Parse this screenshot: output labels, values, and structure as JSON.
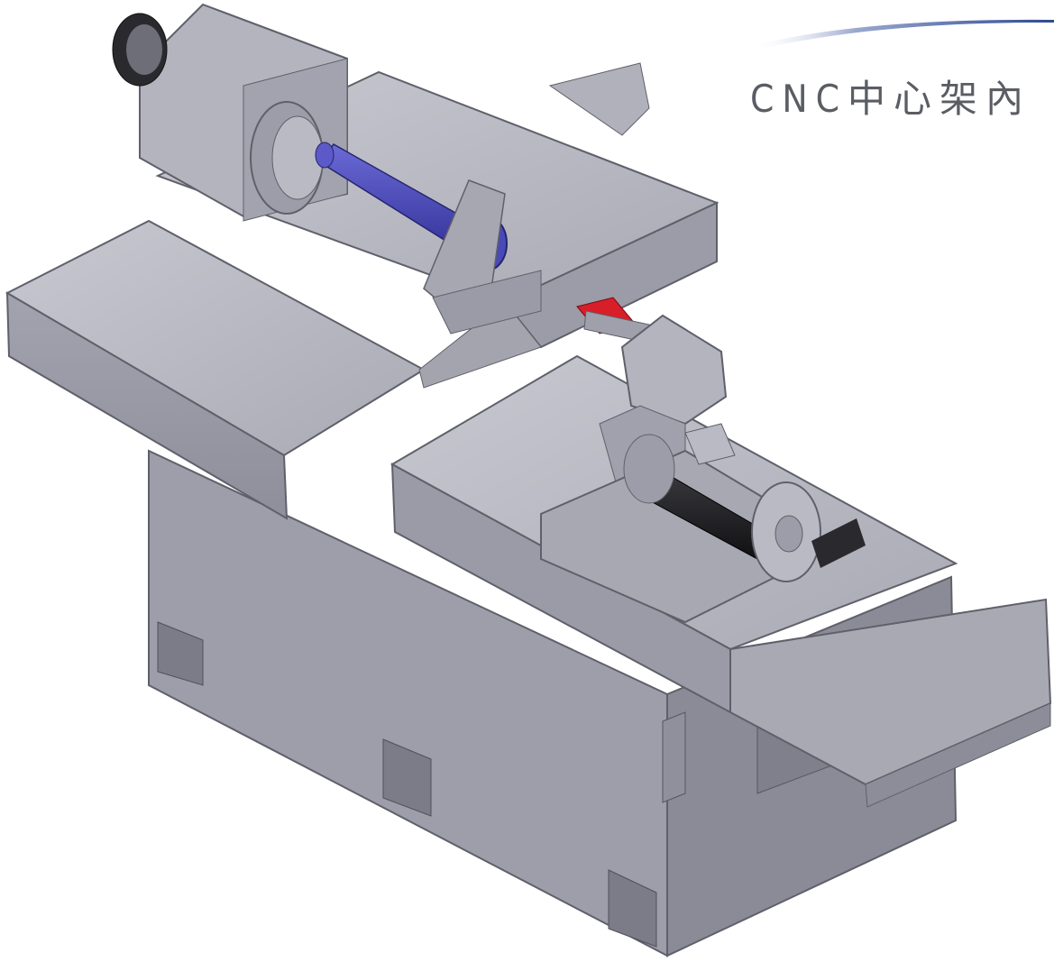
{
  "caption": {
    "title": "CNC中心架內"
  },
  "colors": {
    "background": "#ffffff",
    "machine_light": "#b9bac3",
    "machine_mid": "#9fa0ab",
    "machine_dark": "#7f808c",
    "workpiece_blue": "#4a49b8",
    "collar_red": "#d81e28",
    "motor_black": "#1c1c1f",
    "swoosh_accent": "#5b6fa8",
    "title_text": "#5a5d63"
  },
  "icons": [
    "cnc-lathe-illustration",
    "header-swoosh-graphic"
  ]
}
